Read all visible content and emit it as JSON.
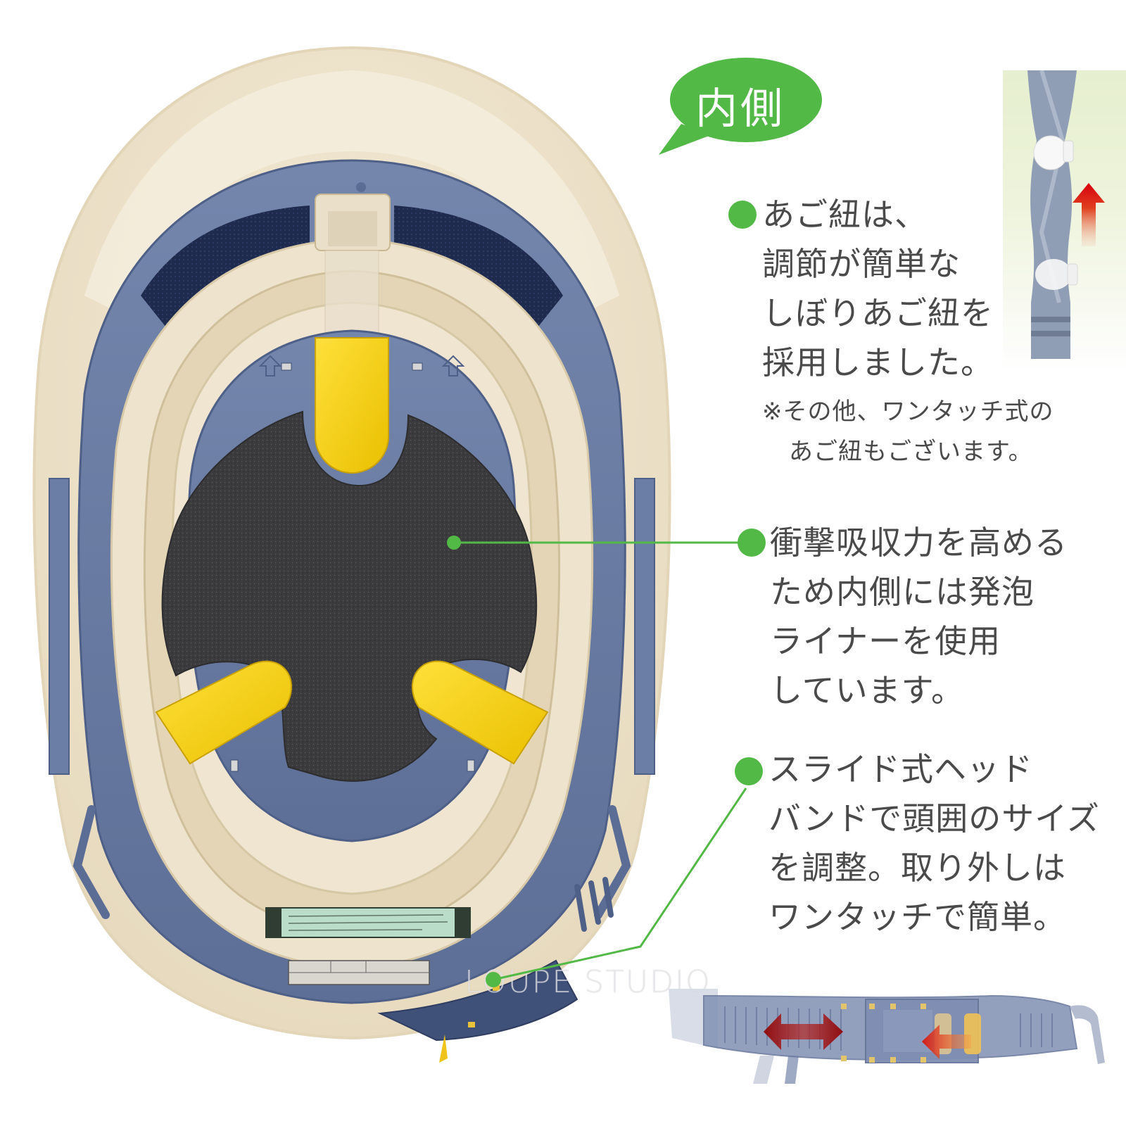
{
  "badge": {
    "label": "内側",
    "color": "#52b947"
  },
  "callouts": [
    {
      "id": "chin-strap",
      "lines": [
        "あご紐は、",
        "調節が簡単な",
        "しぼりあご紐を",
        "採用しました。"
      ],
      "note_lines": [
        "※その他、ワンタッチ式の",
        "あご紐もございます。"
      ]
    },
    {
      "id": "foam-liner",
      "lines": [
        "衝撃吸収力を高める",
        "ため内側には発泡",
        "ライナーを使用",
        "しています。"
      ]
    },
    {
      "id": "headband",
      "lines": [
        "スライド式ヘッド",
        "バンドで頭囲のサイズ",
        "を調整。取り外しは",
        "ワンタッチで簡単。"
      ]
    }
  ],
  "insets": {
    "chin_strap": {
      "icon": "up-arrow-icon",
      "arrow_color": "#d7000f"
    },
    "headband": {
      "icons": [
        "double-arrow-icon",
        "push-arrow-icon"
      ],
      "arrow_color": "#a01818"
    }
  },
  "watermark": "LOUPE STUDIO",
  "colors": {
    "accent_green": "#52b947",
    "text_gray": "#4a4a4a",
    "shell_cream": "#efe6d2",
    "harness_blue": "#6a7ea6",
    "foam_dark": "#3a3a3c",
    "pad_yellow": "#f4d20c"
  }
}
